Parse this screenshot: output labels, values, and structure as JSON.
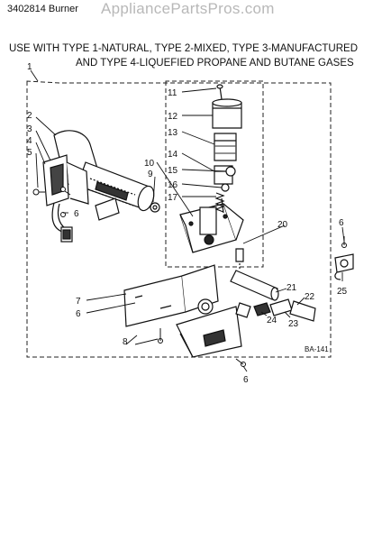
{
  "header": {
    "part_code": "3402814 Burner",
    "watermark": "AppliancePartsPros.com",
    "line1": "USE WITH TYPE 1-NATURAL, TYPE 2-MIXED, TYPE 3-MANUFACTURED",
    "line2": "AND TYPE 4-LIQUEFIED PROPANE AND BUTANE GASES"
  },
  "diagram": {
    "code": "BA-141",
    "callouts": {
      "c1": "1",
      "c2": "2",
      "c3": "3",
      "c4": "4",
      "c5": "5",
      "c6a": "6",
      "c6b": "6",
      "c6c": "6",
      "c6d": "6",
      "c7": "7",
      "c8": "8",
      "c9": "9",
      "c10": "10",
      "c11": "11",
      "c12": "12",
      "c13": "13",
      "c14": "14",
      "c15": "15",
      "c16": "16",
      "c17": "17",
      "c20": "20",
      "c21": "21",
      "c22": "22",
      "c23": "23",
      "c24": "24",
      "c25": "25"
    }
  }
}
